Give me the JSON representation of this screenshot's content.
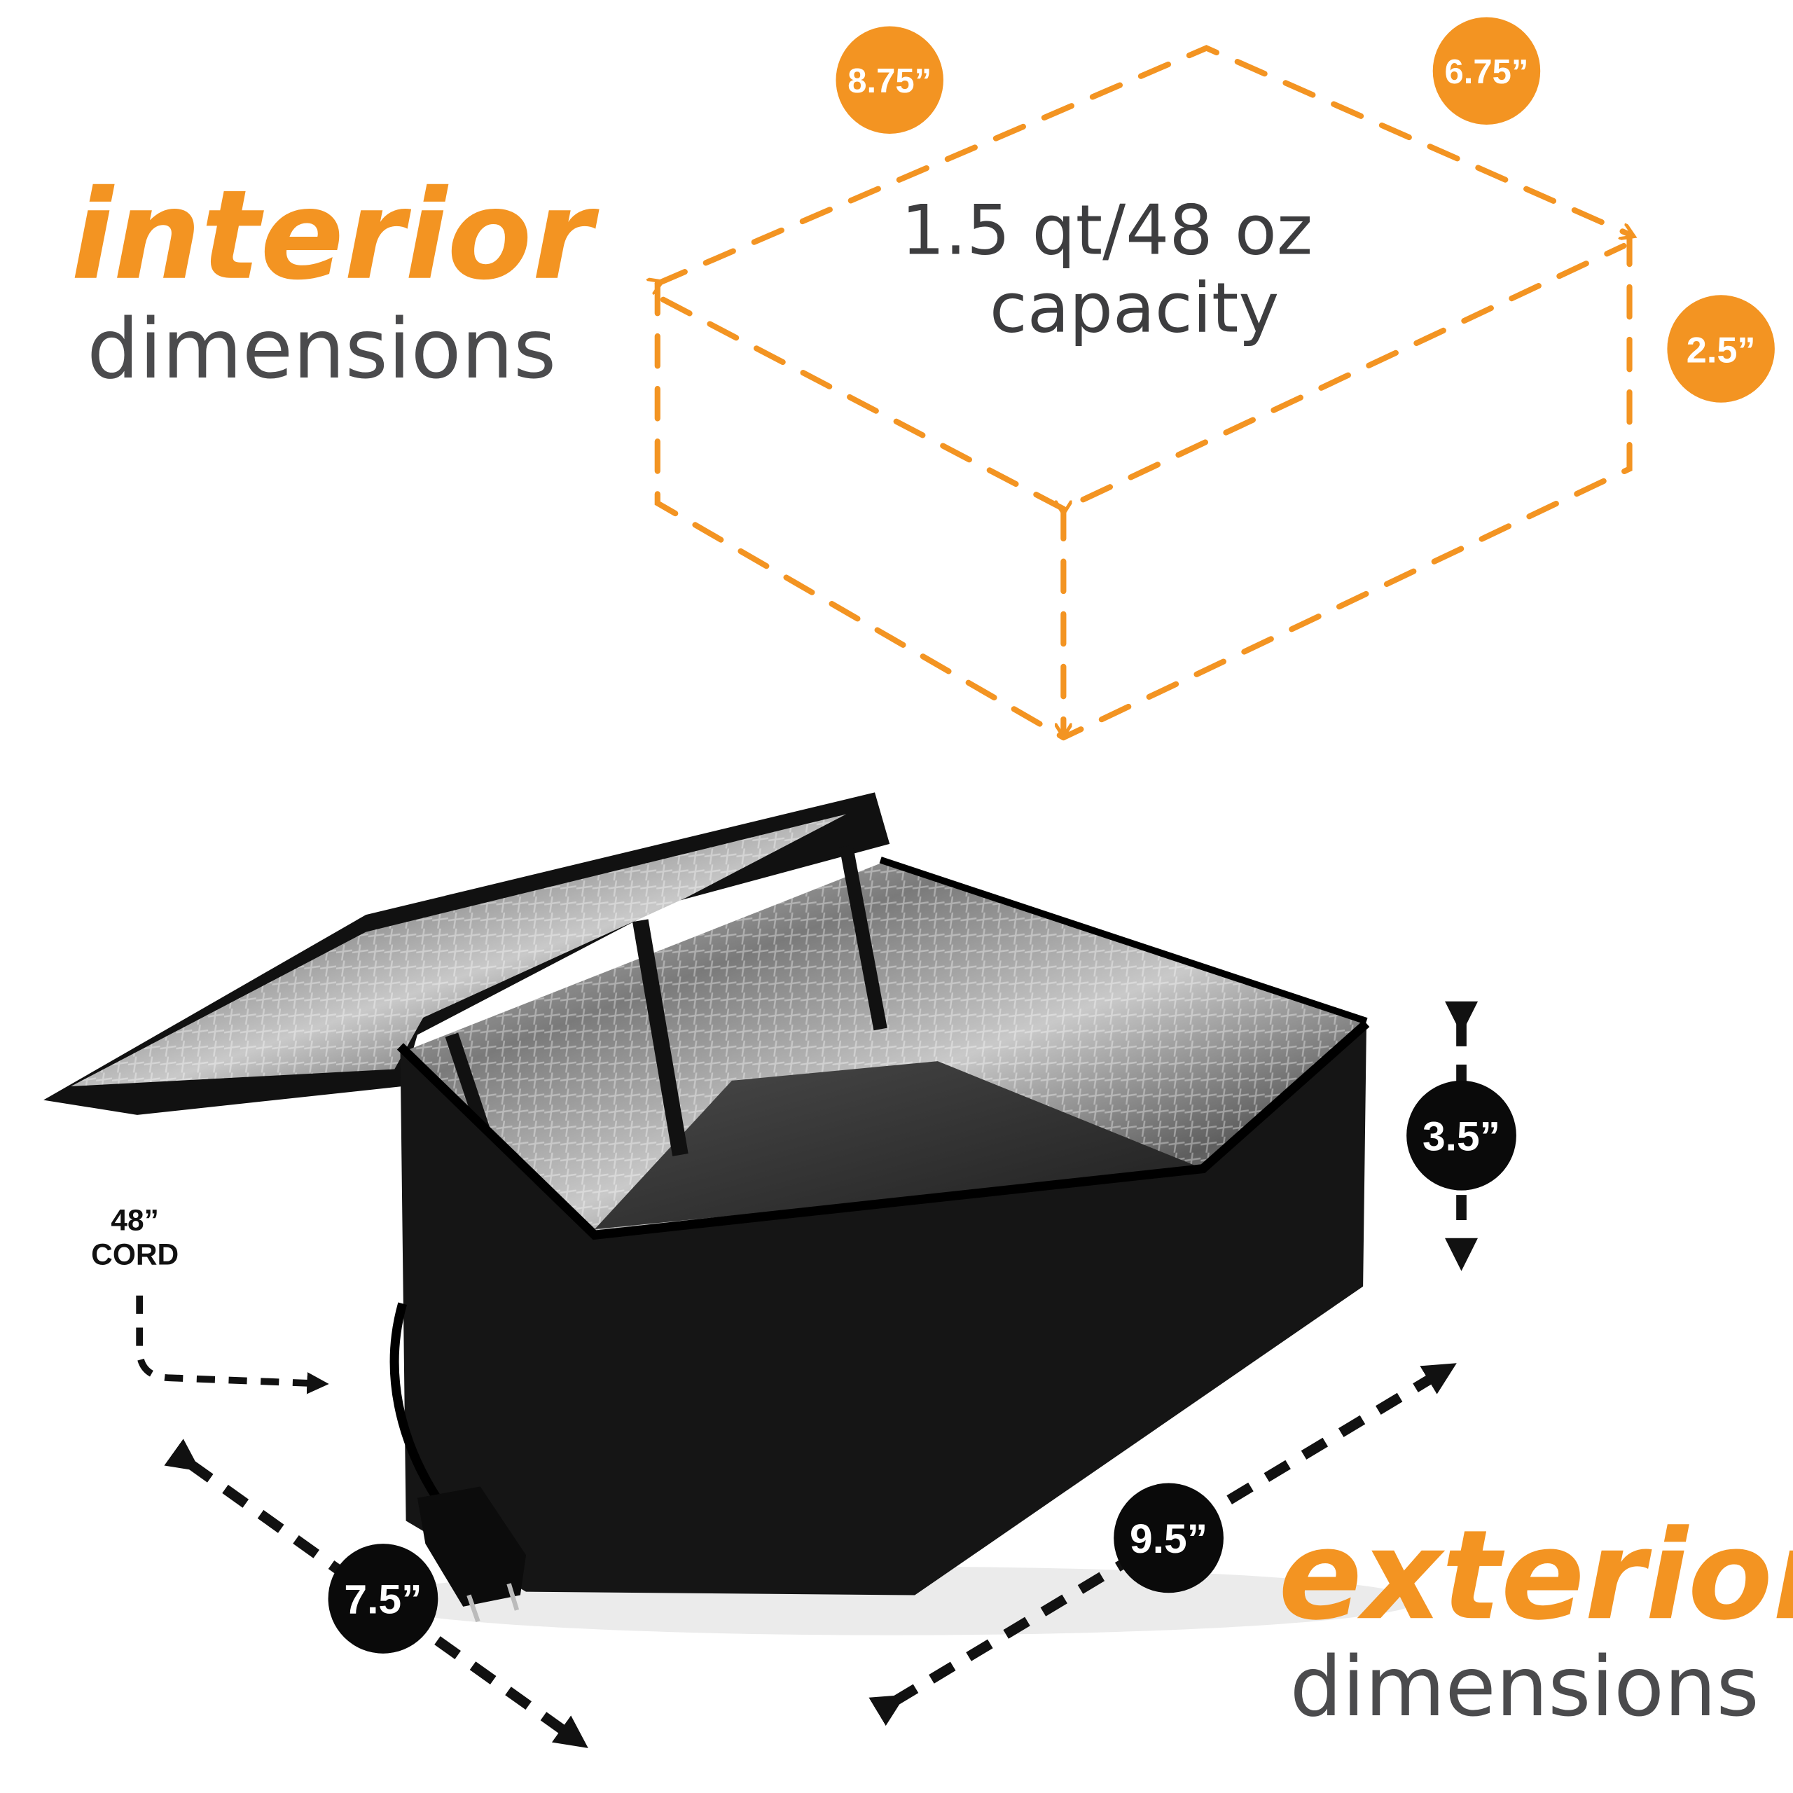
{
  "interior": {
    "heading": "interior",
    "subheading": "dimensions",
    "capacity_line1": "1.5 qt/48 oz",
    "capacity_line2": "capacity",
    "length": "8.75”",
    "width": "6.75”",
    "height": "2.5”"
  },
  "exterior": {
    "heading": "exterior",
    "subheading": "dimensions",
    "height": "3.5”",
    "length": "9.5”",
    "width": "7.5”"
  },
  "cord": {
    "length": "48”",
    "label": "CORD"
  },
  "colors": {
    "accent": "#f39422",
    "text_gray": "#4b4b4d",
    "badge_black": "#0a0a0a"
  }
}
